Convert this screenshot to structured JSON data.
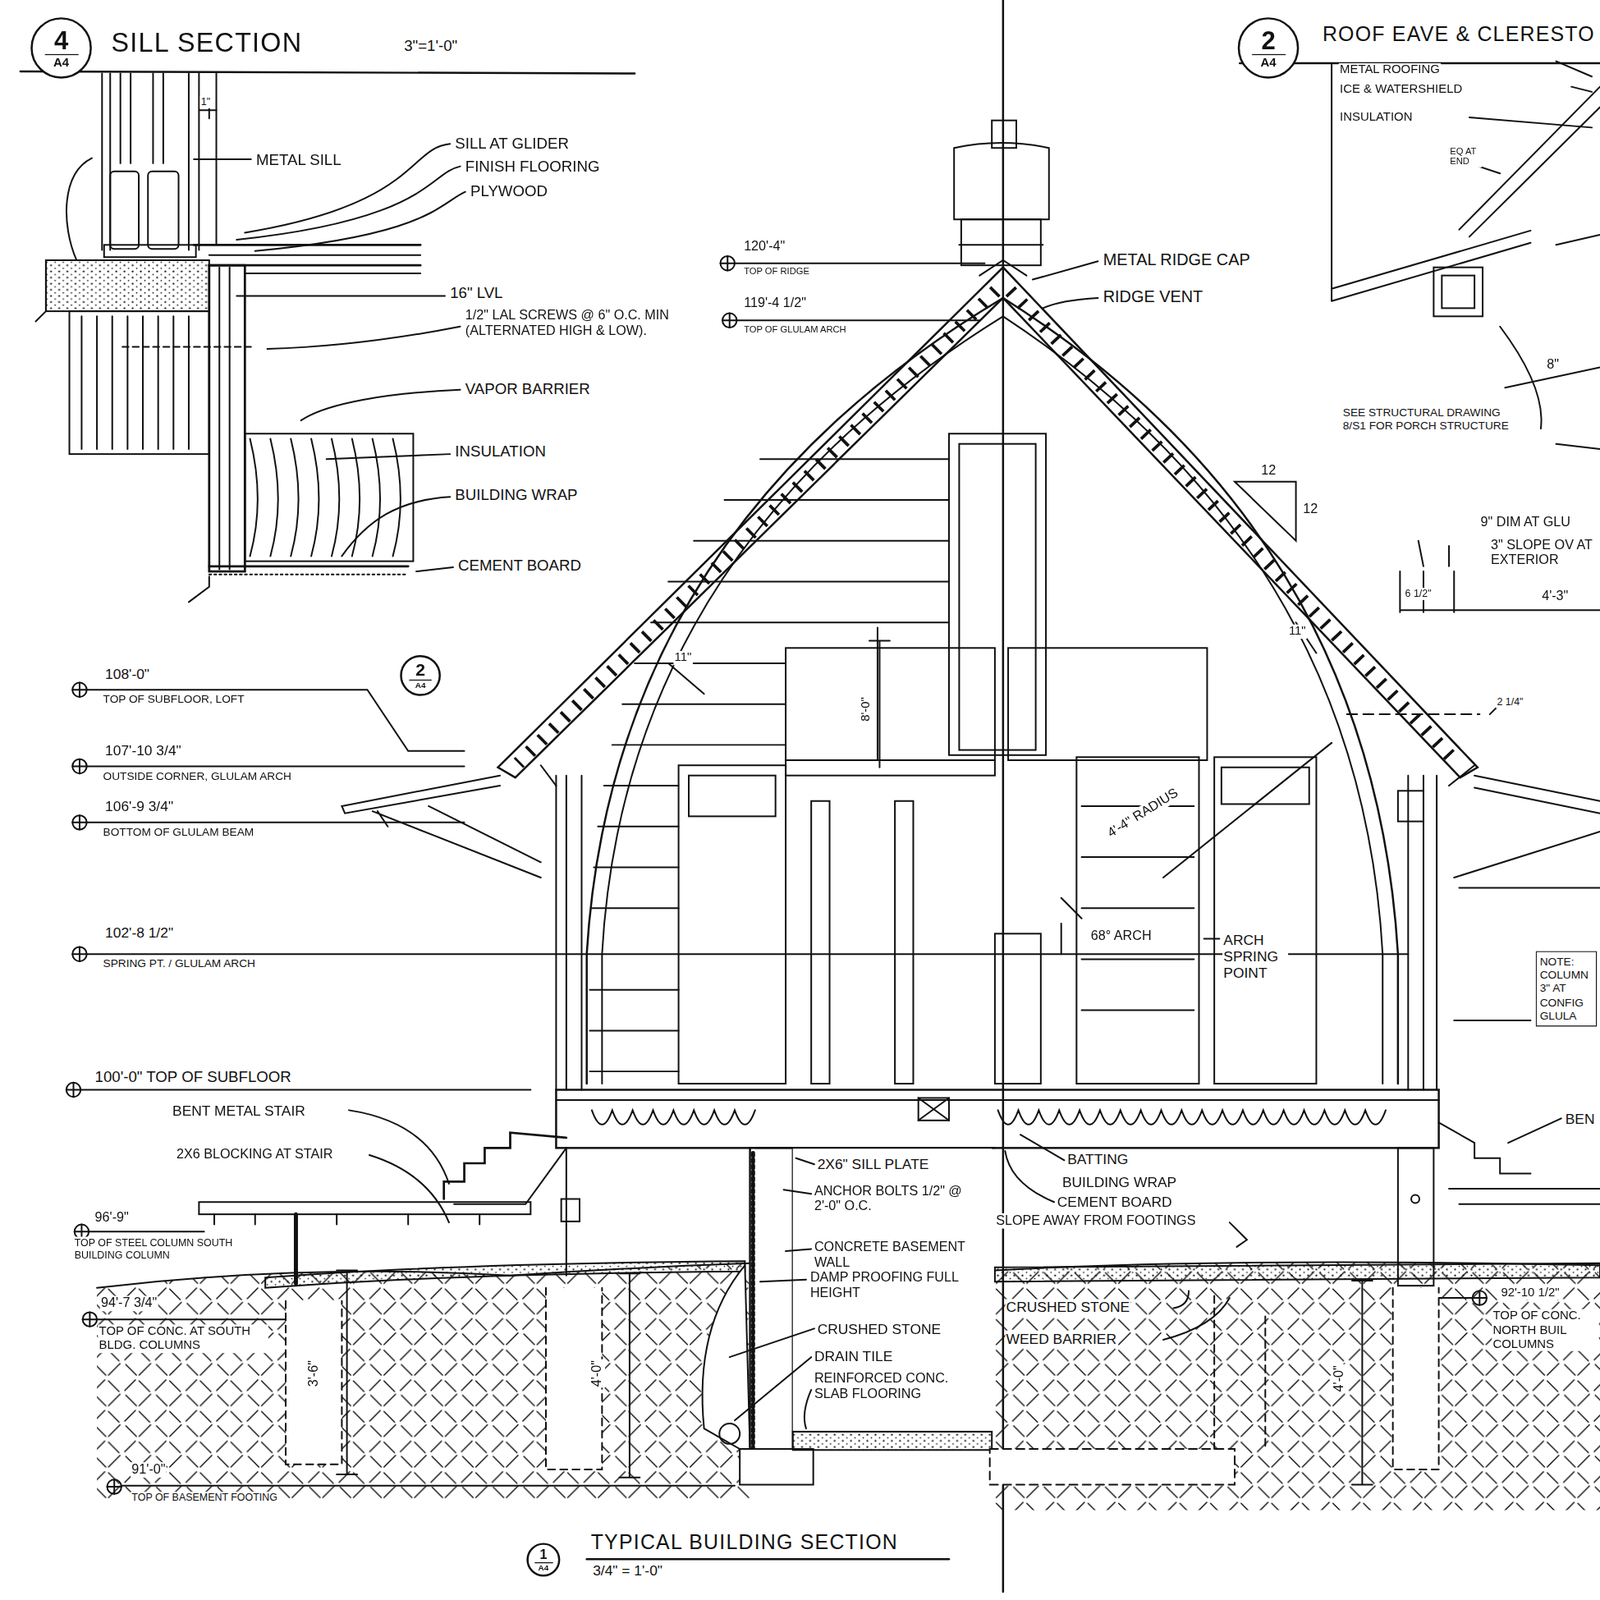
{
  "diagram": {
    "nodes": [
      {
        "text": [
          "4",
          "A4"
        ]
      },
      {
        "text": [
          "2",
          "A4"
        ]
      },
      {
        "text": [
          "2",
          "A4"
        ]
      },
      {
        "text": [
          "1",
          "A4"
        ]
      },
      {
        "text": [
          "NOTE: COLUMN 3\" AT CONFIG GLULA"
        ]
      }
    ],
    "labels": [
      "SILL SECTION",
      "3\"=1'-0\"",
      "1\"",
      "METAL SILL",
      "SILL AT GLIDER",
      "FINISH FLOORING",
      "PLYWOOD",
      "16\" LVL",
      "1/2\" LAL SCREWS @ 6\" O.C. MIN (ALTERNATED HIGH & LOW).",
      "VAPOR BARRIER",
      "INSULATION",
      "BUILDING WRAP",
      "CEMENT BOARD",
      "108'-0\"",
      "TOP OF SUBFLOOR, LOFT",
      "107'-10 3/4\"",
      "OUTSIDE CORNER, GLULAM ARCH",
      "106'-9 3/4\"",
      "BOTTOM OF GLULAM BEAM",
      "102'-8 1/2\"",
      "SPRING PT. / GLULAM ARCH",
      "100'-0\" TOP OF SUBFLOOR",
      "BENT METAL STAIR",
      "2X6 BLOCKING AT STAIR",
      "96'-9\"",
      "TOP OF STEEL COLUMN SOUTH BUILDING COLUMN",
      "94'-7 3/4\"",
      "TOP OF CONC. AT SOUTH BLDG. COLUMNS",
      "3'-6\"",
      "4'-0\"",
      "91'-0\"",
      "TOP OF BASEMENT FOOTING",
      "120'-4\"",
      "TOP OF RIDGE",
      "119'-4 1/2\"",
      "TOP OF GLULAM ARCH",
      "METAL RIDGE CAP",
      "RIDGE VENT",
      "12",
      "12",
      "11\"",
      "11\"",
      "8'-0\"",
      "4'-4\" RADIUS",
      "68° ARCH",
      "ARCH SPRING POINT",
      "9\" DIM AT GLU",
      "3\" SLOPE OV AT EXTERIOR",
      "6 1/2\"",
      "4'-3\"",
      "2 1/4\"",
      "BEN",
      "92'-10 1/2\"",
      "TOP OF CONC. NORTH BUIL COLUMNS",
      "4'-0\"",
      "2X6\" SILL PLATE",
      "ANCHOR BOLTS 1/2\" @ 2'-0\" O.C.",
      "CONCRETE BASEMENT WALL",
      "DAMP PROOFING FULL HEIGHT",
      "CRUSHED STONE",
      "DRAIN TILE",
      "REINFORCED CONC. SLAB FLOORING",
      "BATTING",
      "BUILDING WRAP",
      "CEMENT BOARD",
      "SLOPE AWAY FROM FOOTINGS",
      "CRUSHED STONE",
      "WEED BARRIER",
      "TYPICAL BUILDING SECTION",
      "3/4\" = 1'-0\"",
      "ROOF EAVE & CLERESTO",
      "METAL ROOFING",
      "ICE & WATERSHIELD",
      "INSULATION",
      "EQ AT END",
      "8\"",
      "SEE STRUCTURAL DRAWING 8/S1 FOR PORCH STRUCTURE"
    ]
  }
}
